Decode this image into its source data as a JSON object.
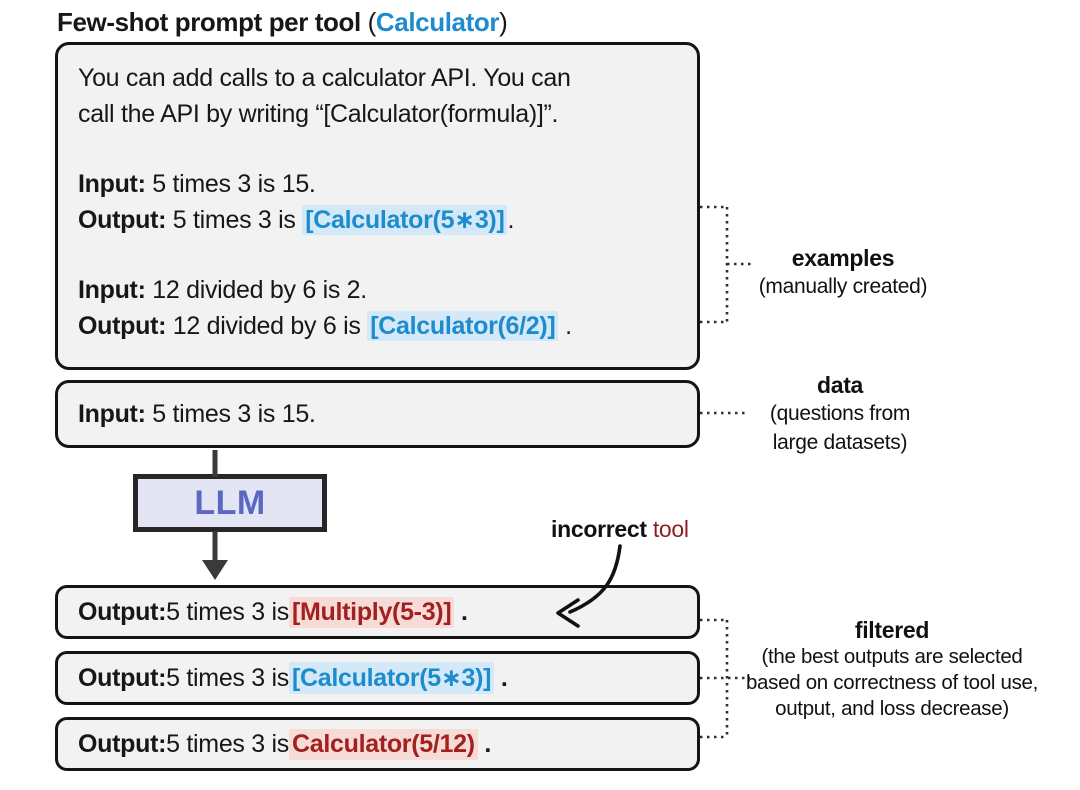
{
  "title": {
    "prefix": "Few-shot prompt per tool ",
    "paren_open": "(",
    "tool": "Calculator",
    "paren_close": ")"
  },
  "colors": {
    "tool_blue": "#1e8bcd",
    "blue_highlight_bg": "#d3e9f7",
    "error_red": "#a32020",
    "red_highlight_bg": "#f6dbd7",
    "incorrect_word_red": "#8e1f1f",
    "llm_text": "#5b68c3",
    "llm_bg": "#e3e5f4",
    "box_bg": "#f2f2f2",
    "box_border": "#141414"
  },
  "prompt_box": {
    "instruction_line1": "You can add calls to a calculator API. You can",
    "instruction_line2": "call the API by writing “[Calculator(formula)]”.",
    "examples": [
      {
        "input_label": "Input:",
        "input_text": " 5 times 3 is 15.",
        "output_label": "Output:",
        "output_text": " 5 times 3 is ",
        "api_call": "[Calculator(5∗3)]",
        "suffix": "."
      },
      {
        "input_label": "Input:",
        "input_text": " 12 divided by 6 is 2.",
        "output_label": "Output:",
        "output_text": " 12 divided by 6 is ",
        "api_call": "[Calculator(6/2)]",
        "suffix": " ."
      }
    ]
  },
  "data_box": {
    "label": "Input:",
    "text": " 5 times 3 is 15."
  },
  "llm_box": {
    "label": "LLM"
  },
  "incorrect_label": {
    "bold": "incorrect",
    "rest": " tool"
  },
  "output_boxes": [
    {
      "label": "Output:",
      "text": " 5 times 3 is ",
      "call": "[Multiply(5-3)]",
      "suffix": " .",
      "status": "incorrect-tool"
    },
    {
      "label": "Output:",
      "text": " 5 times 3 is ",
      "call": "[Calculator(5∗3)]",
      "suffix": " .",
      "status": "correct"
    },
    {
      "label": "Output:",
      "text": " 5 times 3 is ",
      "call": "Calculator(5/12)",
      "suffix": " .",
      "status": "malformed-call"
    }
  ],
  "annotations": {
    "examples": {
      "title": "examples",
      "subtitle": "(manually created)"
    },
    "data": {
      "title": "data",
      "subtitle_line1": "(questions from",
      "subtitle_line2": "large datasets)"
    },
    "filtered": {
      "title": "filtered",
      "subtitle_line1": "(the best outputs are selected",
      "subtitle_line2": "based on correctness of tool use,",
      "subtitle_line3": "output, and loss decrease)"
    }
  }
}
